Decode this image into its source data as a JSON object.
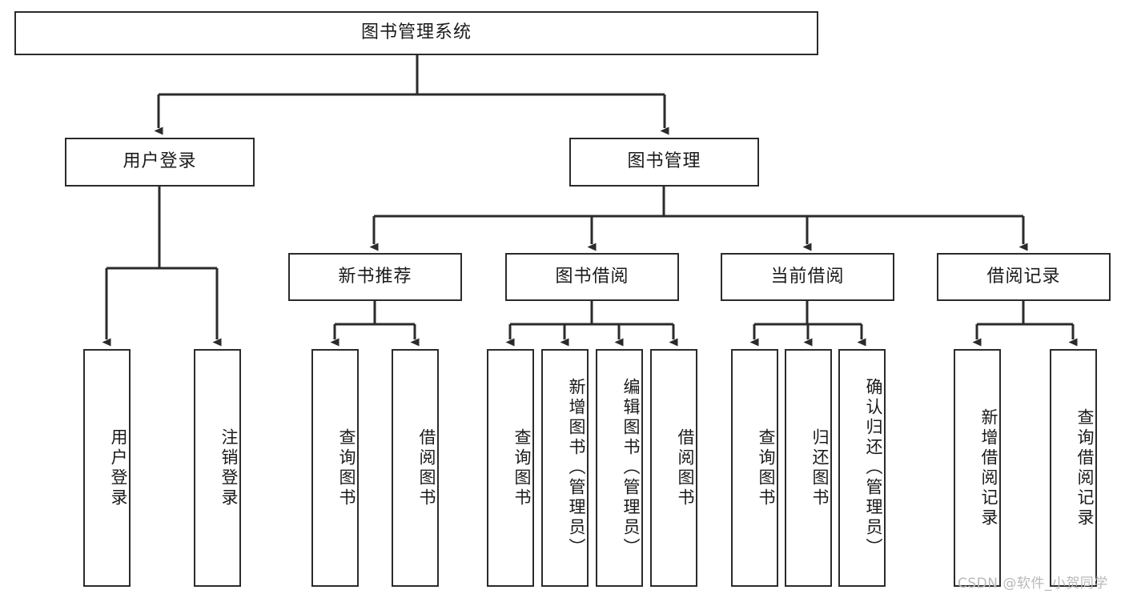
{
  "diagram": {
    "title": "图书管理系统",
    "type": "tree-hierarchy",
    "colors": {
      "box_border": "#2b2b2b",
      "box_fill": "#ffffff",
      "edge": "#2b2b2b",
      "background": "#ffffff",
      "watermark": "#b9b9b9"
    },
    "root": {
      "label": "图书管理系统"
    },
    "level2": [
      {
        "label": "用户登录"
      },
      {
        "label": "图书管理"
      }
    ],
    "level3": [
      {
        "label": "新书推荐"
      },
      {
        "label": "图书借阅"
      },
      {
        "label": "当前借阅"
      },
      {
        "label": "借阅记录"
      }
    ],
    "leaves": {
      "user_login": [
        {
          "label": "用户登录"
        },
        {
          "label": "注销登录"
        }
      ],
      "new_book_recommend": [
        {
          "label": "查询图书"
        },
        {
          "label": "借阅图书"
        }
      ],
      "book_borrow": [
        {
          "label": "查询图书"
        },
        {
          "label": "新增图书（管理员）"
        },
        {
          "label": "编辑图书（管理员）"
        },
        {
          "label": "借阅图书"
        }
      ],
      "current_borrow": [
        {
          "label": "查询图书"
        },
        {
          "label": "归还图书"
        },
        {
          "label": "确认归还（管理员）"
        }
      ],
      "borrow_records": [
        {
          "label": "新增借阅记录"
        },
        {
          "label": "查询借阅记录"
        }
      ]
    }
  },
  "watermark": {
    "text": "CSDN @软件_小贺同学"
  }
}
